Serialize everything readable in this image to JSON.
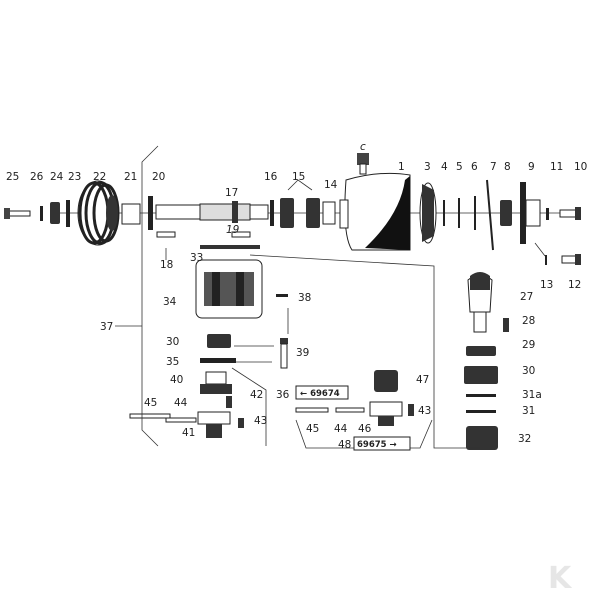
{
  "labels": {
    "n1": "1",
    "n3": "3",
    "n4": "4",
    "n5": "5",
    "n6": "6",
    "n7": "7",
    "n8": "8",
    "n9": "9",
    "n10": "10",
    "n11": "11",
    "n12": "12",
    "n13": "13",
    "n14": "14",
    "n15": "15",
    "n16": "16",
    "n17": "17",
    "n18": "18",
    "n19": "19",
    "n20": "20",
    "n21": "21",
    "n22": "22",
    "n23": "23",
    "n24": "24",
    "n25": "25",
    "n26": "26",
    "n27": "27",
    "n28": "28",
    "n29": "29",
    "n30a": "30",
    "n30b": "30",
    "n31a": "31a",
    "n31": "31",
    "n32": "32",
    "n33": "33",
    "n34": "34",
    "n35": "35",
    "n36": "36",
    "n37": "37",
    "n38": "38",
    "n39": "39",
    "n40": "40",
    "n41": "41",
    "n42": "42",
    "n43a": "43",
    "n43b": "43",
    "n44a": "44",
    "n44b": "44",
    "n45a": "45",
    "n45b": "45",
    "n46": "46",
    "n47": "47",
    "n48": "48",
    "nc": "c"
  },
  "boxes": {
    "ref_left": "← 69674",
    "ref_right": "69675 →"
  },
  "watermark": "K"
}
